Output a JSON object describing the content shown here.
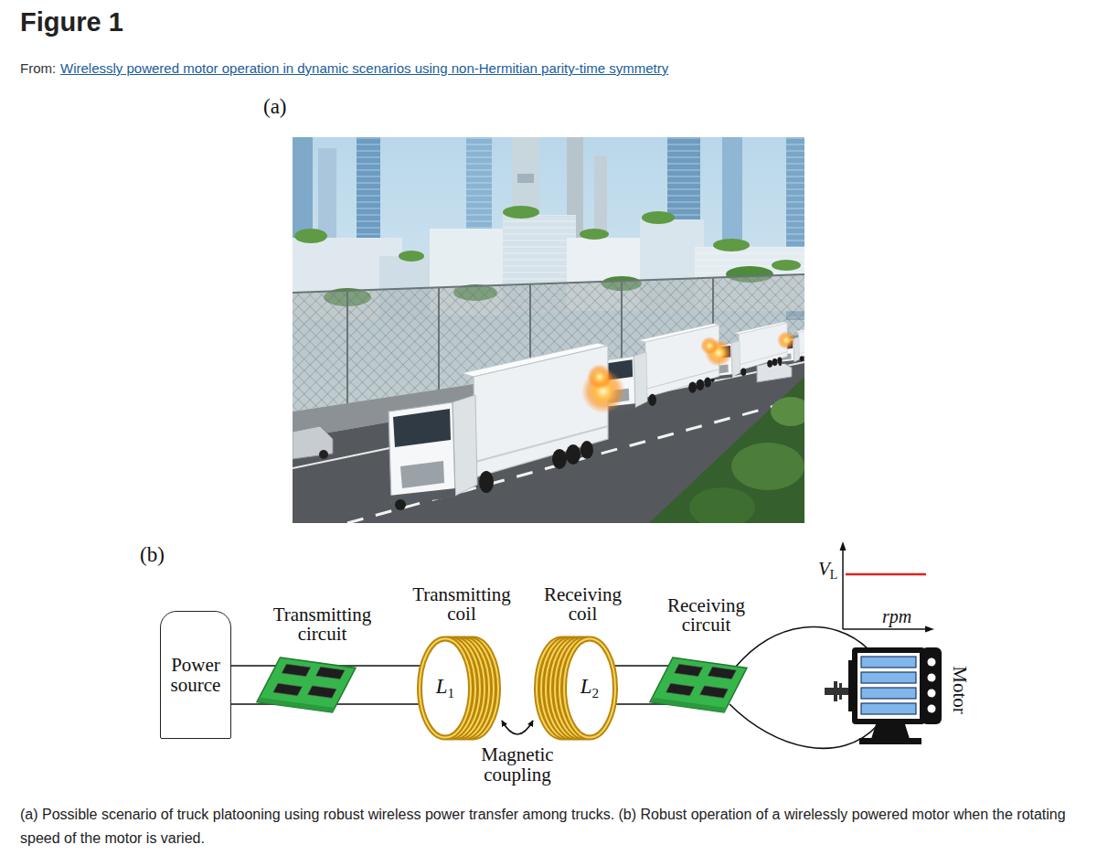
{
  "diagram": {
    "title": "Figure 1",
    "caption": "(a) Possible scenario of truck platooning using robust wireless power transfer among trucks. (b) Robust operation of a wirelessly powered motor when the rotating speed of the motor is varied.",
    "nodes": [
      {
        "text": [
          "Power source"
        ]
      },
      {
        "text": [
          "Transmitting circuit"
        ]
      },
      {
        "text": [
          "Transmitting coil",
          "L1"
        ]
      },
      {
        "text": [
          "Receiving coil",
          "L2"
        ]
      },
      {
        "text": [
          "Receiving circuit"
        ]
      },
      {
        "text": [
          "Motor"
        ]
      }
    ],
    "edges": [
      {
        "from": 0,
        "to": 1,
        "arrow": "none"
      },
      {
        "from": 1,
        "to": 2,
        "arrow": "none"
      },
      {
        "from": 2,
        "to": 3,
        "label": "Magnetic coupling",
        "arrow": "both"
      },
      {
        "from": 3,
        "to": 4,
        "arrow": "none"
      },
      {
        "from": 4,
        "to": 5,
        "arrow": "none"
      }
    ],
    "labels": [
      "From:",
      "Wirelessly powered motor operation in dynamic scenarios using non-Hermitian parity-time symmetry",
      "(a)",
      "(b)",
      "VL",
      "rpm"
    ]
  }
}
